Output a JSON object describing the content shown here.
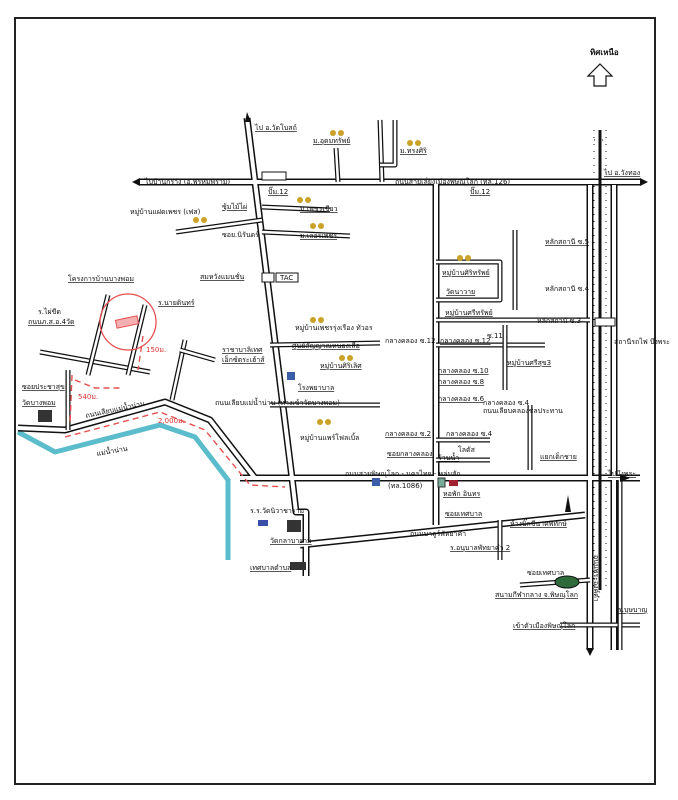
{
  "map": {
    "north_label": "ทิศเหนือ",
    "colors": {
      "river": "#5bbccc",
      "route": "#e65050",
      "road": "#111111",
      "house": "#c9a227"
    },
    "labels": [
      "ไป อ.วัดโบสถ์",
      "ม.อุดมทรัพย์",
      "ม.ทรงศิริ",
      "ไปบ้านกร่าง (อ.พรหมพิราม)",
      "ถนนสายเลี่ยงเมืองพิษณุโลก (ทล.126)",
      "ไป อ.วังทอง",
      "ปั๊ม.12",
      "ปั๊ม.12",
      "หมู่บ้านแฝดเพชร (เฟส)",
      "ซุ้มไม้ไผ่",
      "ม.เพชรเขียว",
      "ซอย.นิรันดร์",
      "ม.เลอรเพชร",
      "หลักสถานี ซ.5",
      "สมหวังแมนชั่น",
      "โครงการบ้านบางพอม",
      "ร.นายดินทร์",
      "ร.ไผ่ขีด",
      "ถนนภ.ส.อ.4วัด",
      "หลักสถานี ซ.4",
      "หลักสถานี ซ.3",
      "หมู่บ้านเพชรรุ่งเรือง ทัวอร",
      "ราชาบาลิเทศ",
      "เอ็กซ์ตระเฮ้าส์",
      "ศูนย์สัญญาณหนองเสือ",
      "หมู่บ้านศิริเลิศ",
      "โรงพยาบาล",
      "ซอยประชาสุข",
      "วัดบางพอม",
      "ถนนเลียบแม่น้ำน่าน",
      "ถนนเลียบแม่น้ำน่าน (ทางเข้าวัดบางพอม)",
      "หมู่บ้านแพร์โฟลเบิ้ล",
      "หมู่บ้านศิริทรัพย์",
      "วัดนาวาย",
      "หมู่บ้านศรีทรัพย์",
      "กลางคลอง ซ.12",
      "กลางคลอง ซ.12",
      "ซ.11",
      "หมู่บ้านศรีสุข3",
      "กลางคลอง ซ.10",
      "กลางคลอง ซ.8",
      "กลางคลอง ซ.6",
      "กลางคลอง ซ.4",
      "ถนนเลียบคลองชลประทาน",
      "กลางคลอง ซ.2",
      "กลางคลอง ซ.4",
      "ซอยกลางคลอง",
      "ร้านน้ำ",
      "โลตัส",
      "แยกเด็กชาย",
      "สถานีรถไฟ บึงพระ",
      "ถนนสายพิษณุโลก - นครไทย - หล่มสัก",
      "(ทล.1086)",
      "ไปบึงพระ",
      "หอพัก อินทร",
      "ซอยเทศบาล",
      "ถนนบาลูร์พัทยาคำ",
      "ร.อนุบาลพัทยาคำ 2",
      "ห้างบิ๊กซีนาคพิทักษ์",
      "ร.ร.วัดนิวาชาราม",
      "วัดกลาบาราม",
      "เทศบาลตำบล",
      "ซอยเทศบาล",
      "สนามกีฬากลาง จ.พิษณุโลก",
      "ร.บุษบาญ",
      "เข้าตัวเมืองพิษณุโลก",
      "แม่น้ำน่าน",
      "ถนนพระองค์ดำ"
    ],
    "distances": [
      "150ม.",
      "540ม.",
      "2,000ม."
    ],
    "tac_label": "TAC"
  }
}
